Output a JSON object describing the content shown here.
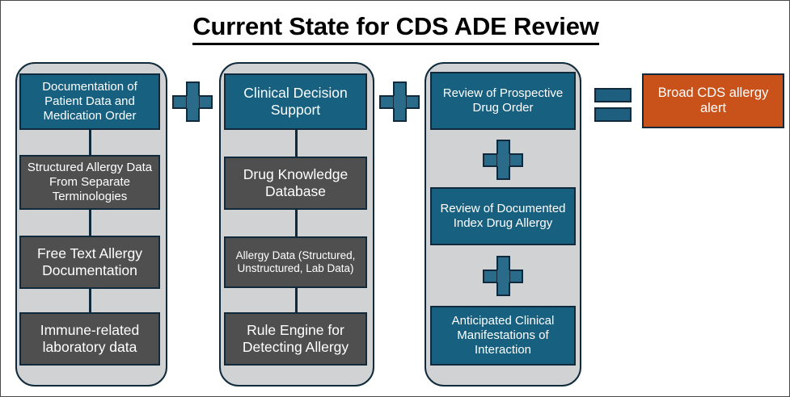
{
  "title": "Current State for CDS ADE Review",
  "colors": {
    "teal": "#17607f",
    "gray": "#4f4f4f",
    "orange": "#c9521a",
    "container_gray": "#d0d2d3",
    "border_navy": "#102a3b"
  },
  "columns": [
    {
      "id": "patient-data-column",
      "nodes": [
        {
          "label": "Documentation of Patient Data and Medication Order",
          "style": "teal"
        },
        {
          "label": "Structured Allergy Data From Separate Terminologies",
          "style": "gray"
        },
        {
          "label": "Free Text Allergy Documentation",
          "style": "gray"
        },
        {
          "label": "Immune-related laboratory data",
          "style": "gray"
        }
      ]
    },
    {
      "id": "clinical-decision-support-column",
      "nodes": [
        {
          "label": "Clinical Decision Support",
          "style": "teal"
        },
        {
          "label": "Drug Knowledge Database",
          "style": "gray"
        },
        {
          "label": "Allergy Data (Structured, Unstructured, Lab Data)",
          "style": "gray"
        },
        {
          "label": "Rule Engine for Detecting Allergy",
          "style": "gray"
        }
      ]
    },
    {
      "id": "review-column",
      "nodes": [
        {
          "label": "Review of Prospective Drug Order",
          "style": "teal"
        },
        {
          "label": "Review of Documented Index Drug Allergy",
          "style": "teal"
        },
        {
          "label": "Anticipated Clinical Manifestations of Interaction",
          "style": "teal"
        }
      ]
    }
  ],
  "operators": {
    "plus_1": "+",
    "plus_2": "+",
    "plus_col3_a": "+",
    "plus_col3_b": "+",
    "equals": "="
  },
  "outcome": {
    "label": "Broad CDS allergy alert",
    "style": "orange"
  }
}
